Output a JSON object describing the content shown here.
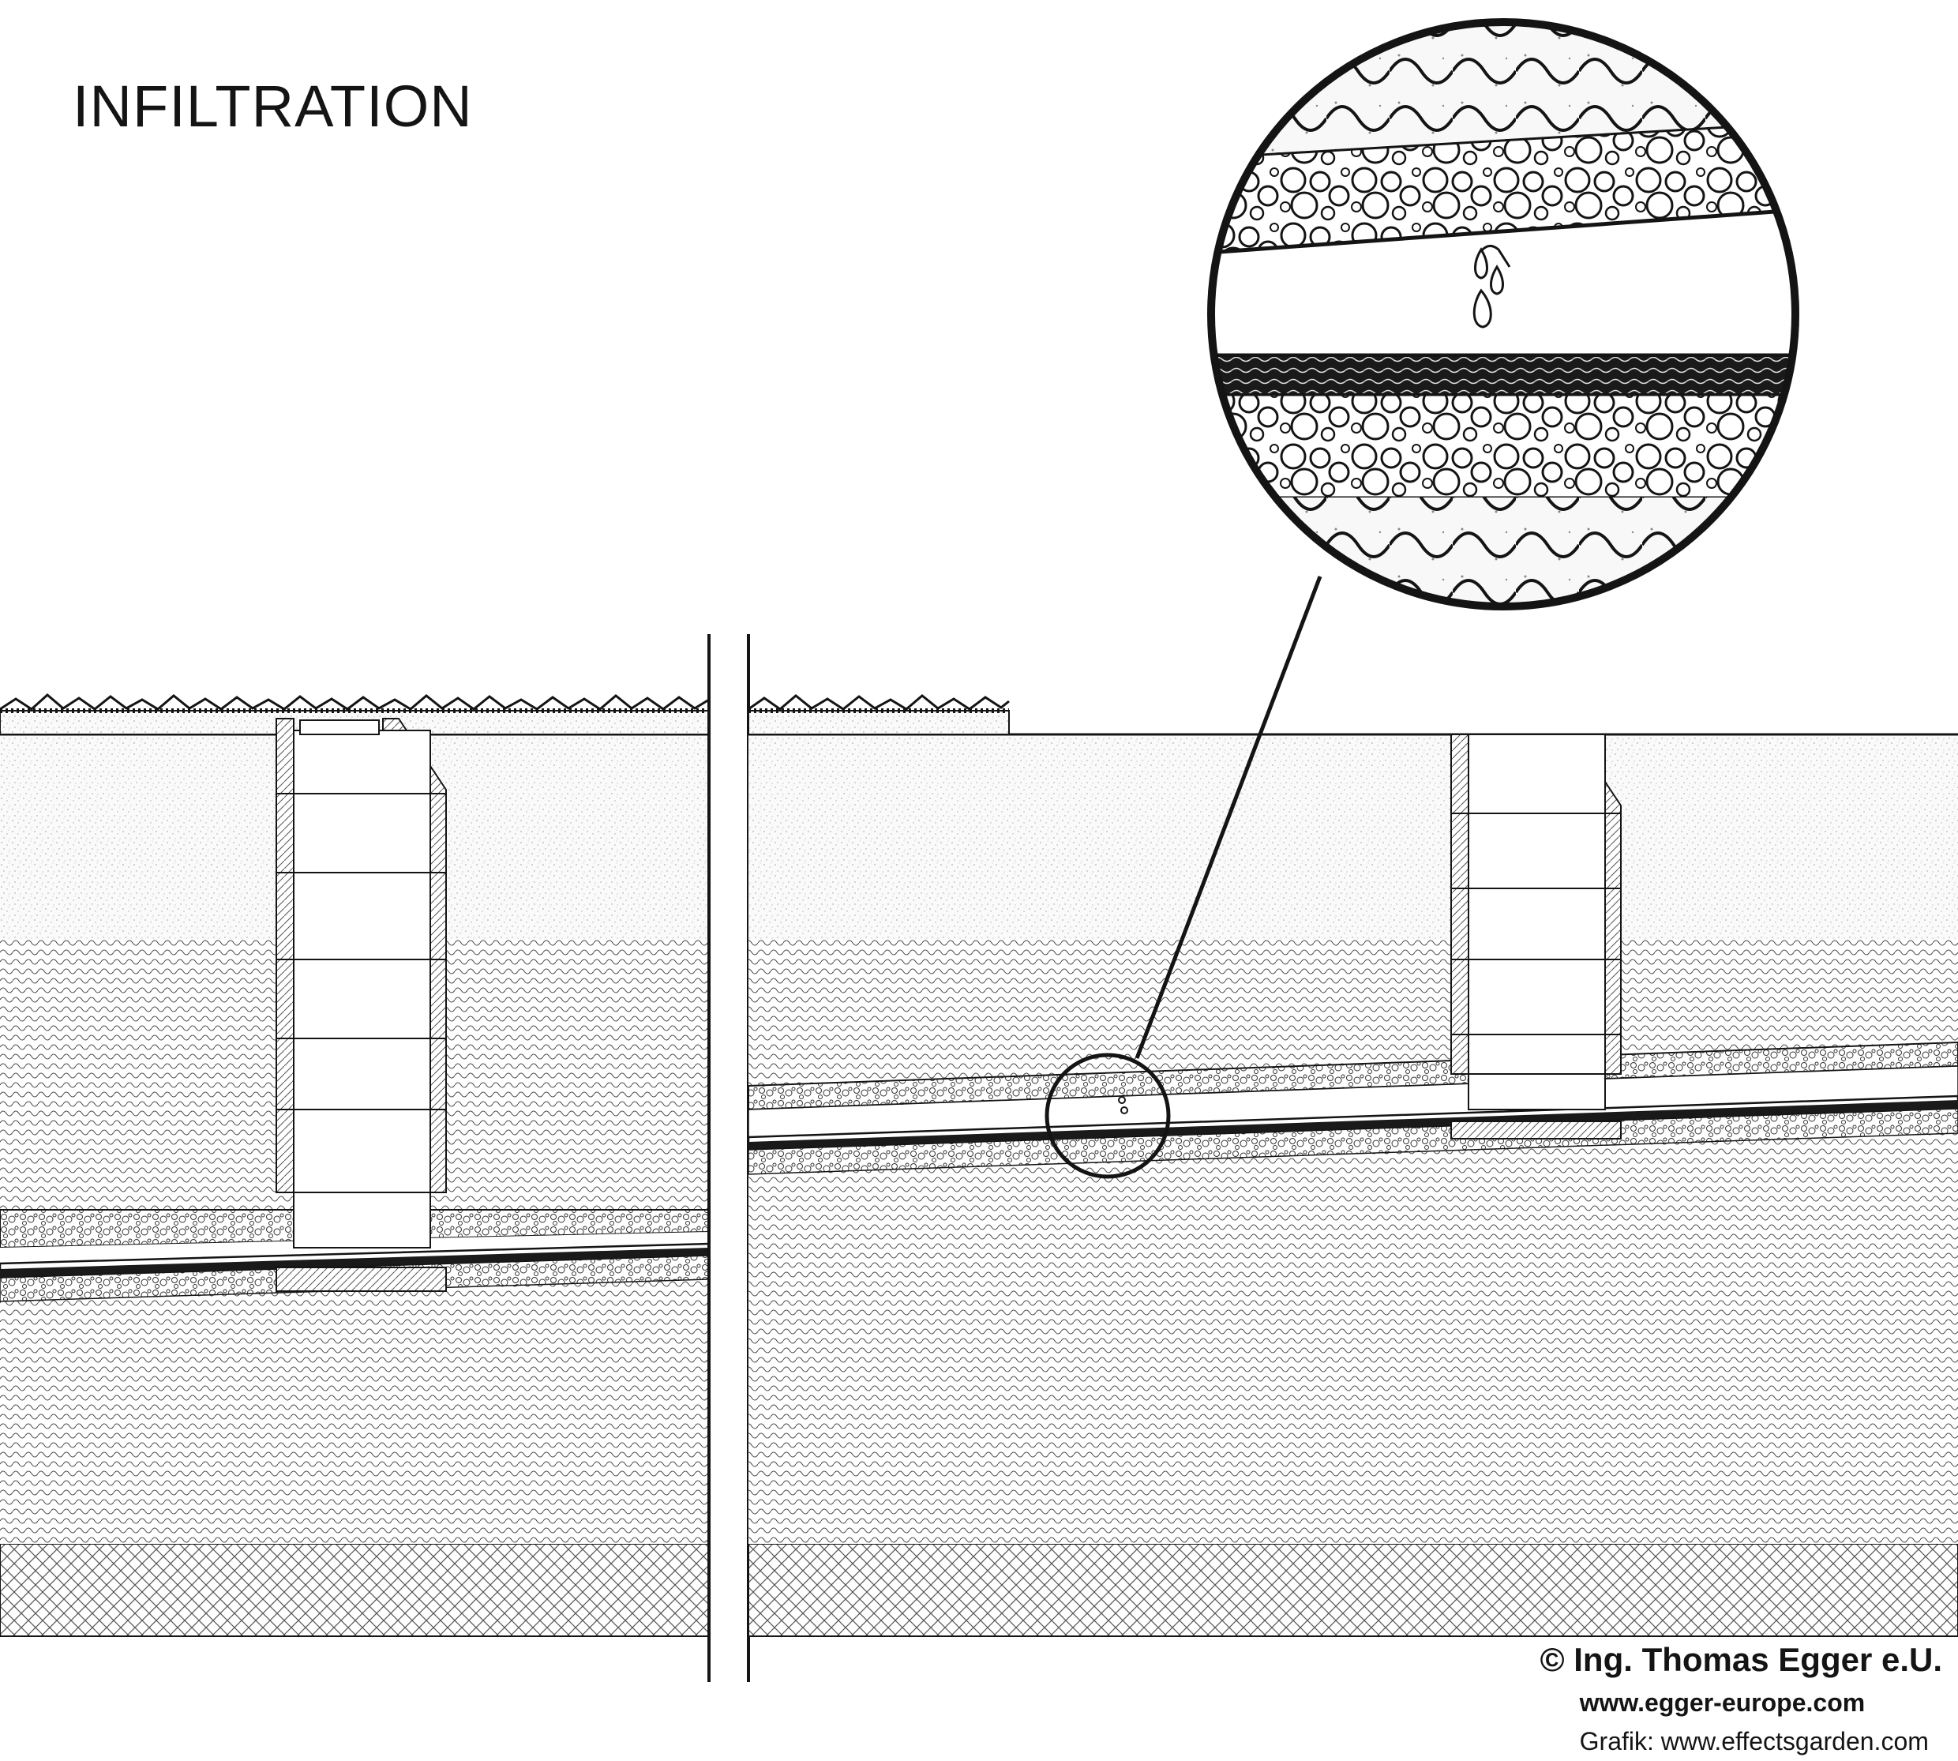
{
  "title": "INFILTRATION",
  "credits": {
    "copyright": "© Ing. Thomas Egger e.U.",
    "website": "www.egger-europe.com",
    "graphic": "Grafik: www.effectsgarden.com"
  },
  "colors": {
    "ink": "#141414",
    "paper": "#ffffff"
  },
  "diagram": {
    "panels": [
      "panel-left",
      "panel-right"
    ],
    "callout": "detail-magnifier",
    "layers": [
      "turf",
      "topsoil",
      "clay-soil",
      "gravel-bedding",
      "drain-pipe",
      "stone-bedrock"
    ]
  }
}
